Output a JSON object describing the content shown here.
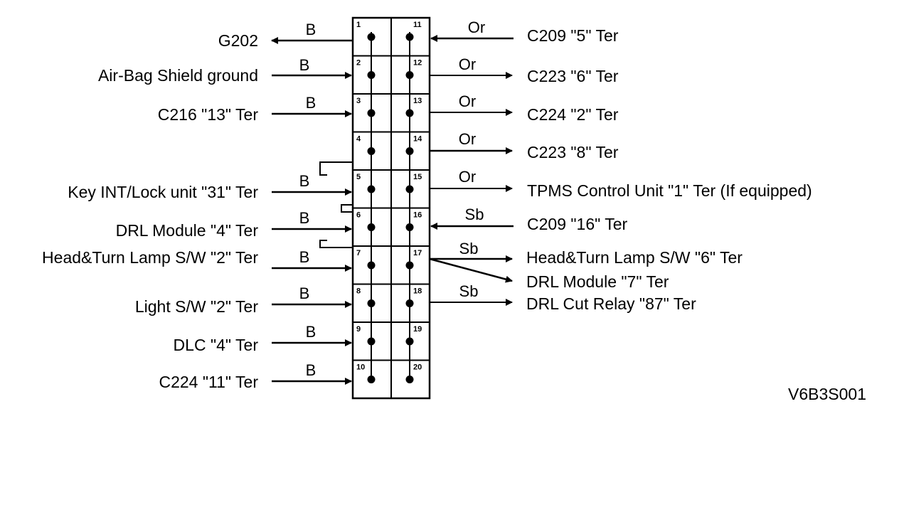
{
  "connector": {
    "left_pins": [
      "1",
      "2",
      "3",
      "4",
      "5",
      "6",
      "7",
      "8",
      "9",
      "10"
    ],
    "right_pins": [
      "11",
      "12",
      "13",
      "14",
      "15",
      "16",
      "17",
      "18",
      "19",
      "20"
    ]
  },
  "left_connections": [
    {
      "pin": "1",
      "label": "G202",
      "wire": "B",
      "direction": "out"
    },
    {
      "pin": "2",
      "label": "Air-Bag Shield ground",
      "wire": "B",
      "direction": "in"
    },
    {
      "pin": "3",
      "label": "C216 \"13\" Ter",
      "wire": "B",
      "direction": "in"
    },
    {
      "pin": "5",
      "label": "Key INT/Lock unit \"31\" Ter",
      "wire": "B",
      "direction": "in"
    },
    {
      "pin": "6",
      "label": "DRL Module \"4\" Ter",
      "wire": "B",
      "direction": "in"
    },
    {
      "pin": "7",
      "label": "Head&Turn Lamp S/W \"2\" Ter",
      "wire": "B",
      "direction": "in"
    },
    {
      "pin": "8",
      "label": "Light S/W \"2\" Ter",
      "wire": "B",
      "direction": "in"
    },
    {
      "pin": "9",
      "label": "DLC \"4\" Ter",
      "wire": "B",
      "direction": "in"
    },
    {
      "pin": "10",
      "label": "C224 \"11\" Ter",
      "wire": "B",
      "direction": "in"
    }
  ],
  "right_connections": [
    {
      "pin": "11",
      "label": "C209 \"5\" Ter",
      "wire": "Or",
      "direction": "in"
    },
    {
      "pin": "12",
      "label": "C223 \"6\" Ter",
      "wire": "Or",
      "direction": "out"
    },
    {
      "pin": "13",
      "label": "C224 \"2\" Ter",
      "wire": "Or",
      "direction": "out"
    },
    {
      "pin": "14",
      "label": "C223 \"8\" Ter",
      "wire": "Or",
      "direction": "out"
    },
    {
      "pin": "15",
      "label": "TPMS Control Unit \"1\" Ter (If equipped)",
      "wire": "Or",
      "direction": "out"
    },
    {
      "pin": "16",
      "label": "C209 \"16\" Ter",
      "wire": "Sb",
      "direction": "in"
    },
    {
      "pin": "17",
      "label": "Head&Turn Lamp S/W \"6\" Ter",
      "wire": "Sb",
      "direction": "out"
    },
    {
      "pin": "17",
      "label": "DRL Module \"7\" Ter",
      "wire": "",
      "direction": "out"
    },
    {
      "pin": "18",
      "label": "DRL Cut Relay \"87\" Ter",
      "wire": "Sb",
      "direction": "out"
    }
  ],
  "figure_code": "V6B3S001"
}
